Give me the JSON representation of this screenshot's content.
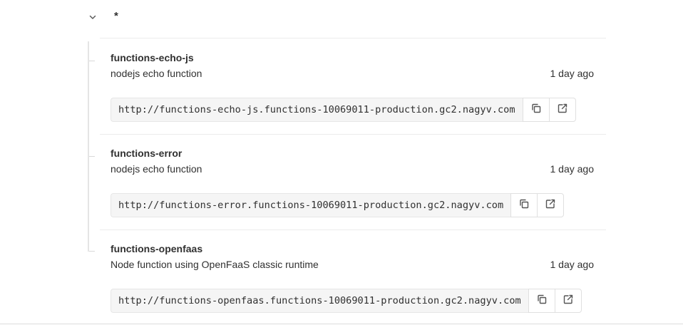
{
  "group": {
    "name": "*",
    "expanded_icon": "chevron-down-icon"
  },
  "functions": [
    {
      "name": "functions-echo-js",
      "description": "nodejs echo function",
      "created": "1 day ago",
      "url": "http://functions-echo-js.functions-10069011-production.gc2.nagyv.com",
      "copy_icon": "copy-icon",
      "open_icon": "external-link-icon"
    },
    {
      "name": "functions-error",
      "description": "nodejs echo function",
      "created": "1 day ago",
      "url": "http://functions-error.functions-10069011-production.gc2.nagyv.com",
      "copy_icon": "copy-icon",
      "open_icon": "external-link-icon"
    },
    {
      "name": "functions-openfaas",
      "description": "Node function using OpenFaaS classic runtime",
      "created": "1 day ago",
      "url": "http://functions-openfaas.functions-10069011-production.gc2.nagyv.com",
      "copy_icon": "copy-icon",
      "open_icon": "external-link-icon"
    }
  ]
}
